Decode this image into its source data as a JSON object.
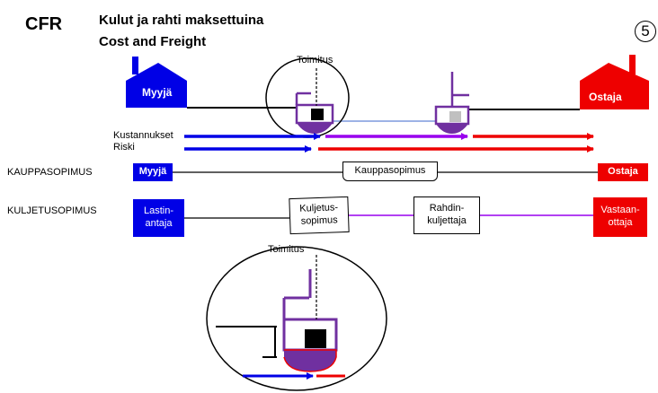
{
  "header": {
    "code": "CFR",
    "title_fi": "Kulut ja rahti maksettuina",
    "title_en": "Cost and Freight",
    "page_number": "5"
  },
  "top": {
    "seller": "Myyjä",
    "buyer": "Ostaja",
    "delivery_label": "Toimitus"
  },
  "legend": {
    "costs": "Kustannukset",
    "risk": "Riski"
  },
  "sale_contract": {
    "row_label": "KAUPPASOPIMUS",
    "seller": "Myyjä",
    "contract": "Kauppasopimus",
    "buyer": "Ostaja"
  },
  "transport_contract": {
    "row_label": "KULJETUSOPIMUS",
    "shipper": "Lastin-\nantaja",
    "contract": "Kuljetus-\nsopimus",
    "carrier": "Rahdin-\nkuljettaja",
    "consignee": "Vastaan-\nottaja"
  },
  "zoom": {
    "delivery_label": "Toimitus"
  },
  "colors": {
    "seller_blue": "#0000e6",
    "buyer_red": "#ee0000",
    "ship_purple": "#7030a0",
    "line_purple": "#9900ee",
    "light_blue": "#9db3e6"
  }
}
